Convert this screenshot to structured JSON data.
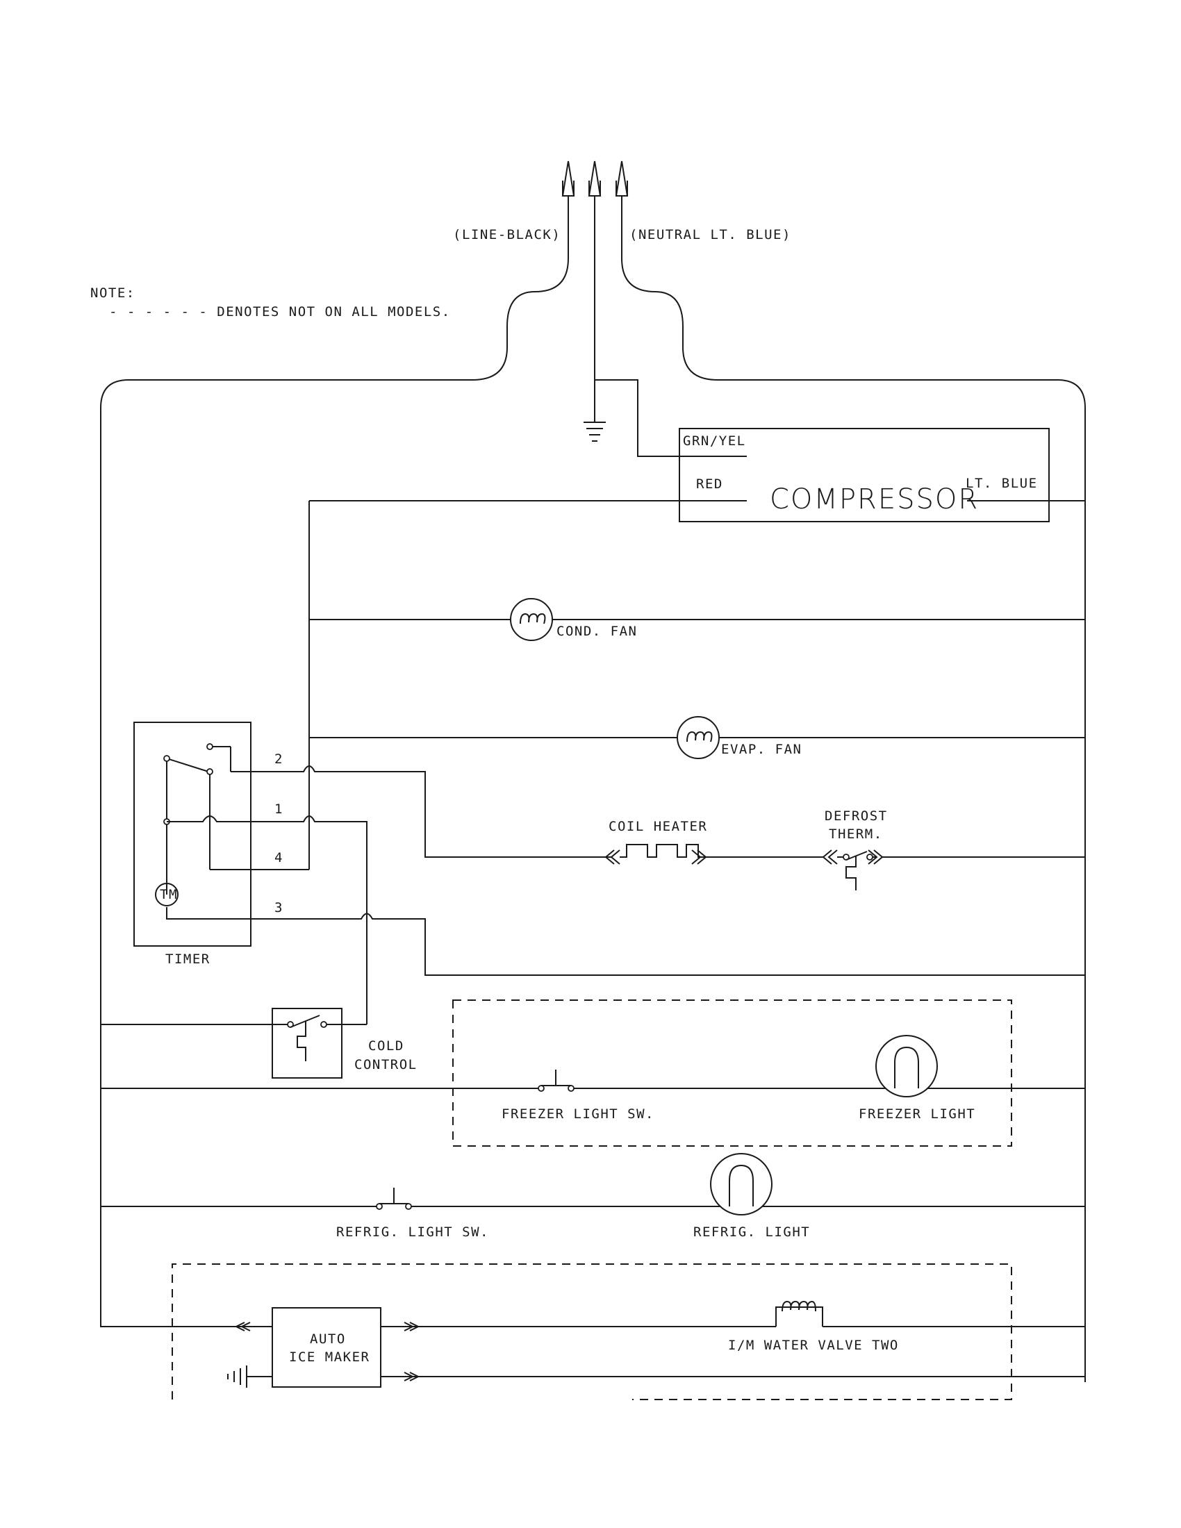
{
  "power": {
    "line_label": "(LINE-BLACK)",
    "neutral_label": "(NEUTRAL LT. BLUE)"
  },
  "note": {
    "title": "NOTE:",
    "text": "- - - - - - DENOTES NOT ON ALL MODELS."
  },
  "compressor": {
    "title": "COMPRESSOR",
    "grn_yel": "GRN/YEL",
    "red": "RED",
    "lt_blue": "LT. BLUE"
  },
  "components": {
    "cond_fan": "COND. FAN",
    "evap_fan": "EVAP. FAN",
    "coil_heater": "COIL HEATER",
    "defrost_therm_1": "DEFROST",
    "defrost_therm_2": "THERM.",
    "timer": "TIMER",
    "timer_motor": "TM",
    "cold_control_1": "COLD",
    "cold_control_2": "CONTROL",
    "freezer_light_sw": "FREEZER LIGHT SW.",
    "freezer_light": "FREEZER LIGHT",
    "refrig_light_sw": "REFRIG. LIGHT SW.",
    "refrig_light": "REFRIG. LIGHT",
    "ice_maker_1": "AUTO",
    "ice_maker_2": "ICE MAKER",
    "water_valve": "I/M WATER VALVE TWO"
  },
  "timer_terminals": [
    "2",
    "1",
    "4",
    "3"
  ]
}
